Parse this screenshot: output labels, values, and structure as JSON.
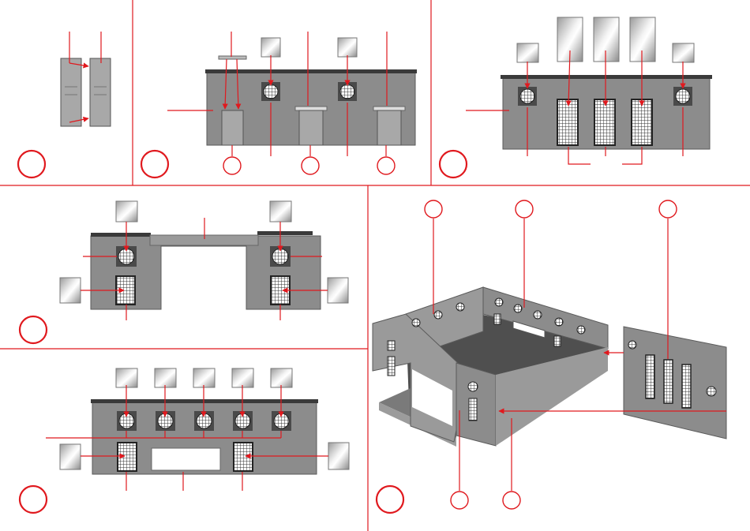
{
  "colors": {
    "accent_red": "#e0191e",
    "wall_grey": "#8c8c8c",
    "floor_dark": "#4f4f4f"
  },
  "panels": [
    {
      "id": "panel-1",
      "content": "door-parts"
    },
    {
      "id": "panel-2",
      "content": "front-wall-with-doors"
    },
    {
      "id": "panel-3",
      "content": "rear-wall-with-tall-windows"
    },
    {
      "id": "panel-4",
      "content": "gable-wall-with-opening"
    },
    {
      "id": "panel-5",
      "content": "side-wall-with-five-round-windows"
    },
    {
      "id": "panel-6",
      "content": "assembled-building"
    }
  ],
  "icons": {
    "glazing": "glazing-sheet-icon",
    "round_window": "round-window-icon",
    "grid_window": "grid-window-icon",
    "door": "door-icon"
  }
}
